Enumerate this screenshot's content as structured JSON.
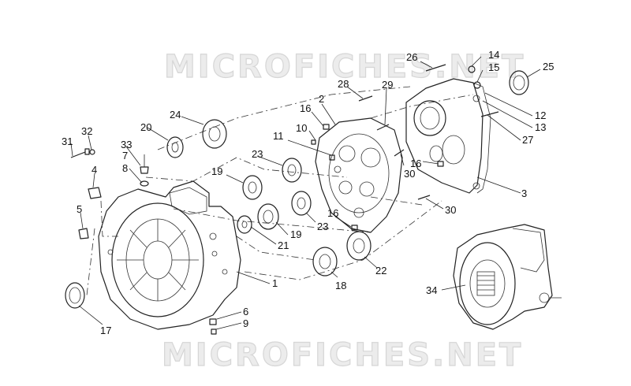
{
  "watermark": {
    "top": "MICROFICHES.NET",
    "bottom": "MICROFICHES.NET"
  },
  "callouts": [
    {
      "id": "c1",
      "label": "1"
    },
    {
      "id": "c2",
      "label": "2"
    },
    {
      "id": "c3",
      "label": "3"
    },
    {
      "id": "c4",
      "label": "4"
    },
    {
      "id": "c5",
      "label": "5"
    },
    {
      "id": "c6",
      "label": "6"
    },
    {
      "id": "c7",
      "label": "7"
    },
    {
      "id": "c8",
      "label": "8"
    },
    {
      "id": "c9",
      "label": "9"
    },
    {
      "id": "c10",
      "label": "10"
    },
    {
      "id": "c11",
      "label": "11"
    },
    {
      "id": "c12",
      "label": "12"
    },
    {
      "id": "c13",
      "label": "13"
    },
    {
      "id": "c14",
      "label": "14"
    },
    {
      "id": "c15",
      "label": "15"
    },
    {
      "id": "c16a",
      "label": "16"
    },
    {
      "id": "c16b",
      "label": "16"
    },
    {
      "id": "c16c",
      "label": "16"
    },
    {
      "id": "c17",
      "label": "17"
    },
    {
      "id": "c18",
      "label": "18"
    },
    {
      "id": "c19a",
      "label": "19"
    },
    {
      "id": "c19b",
      "label": "19"
    },
    {
      "id": "c20",
      "label": "20"
    },
    {
      "id": "c21",
      "label": "21"
    },
    {
      "id": "c22",
      "label": "22"
    },
    {
      "id": "c23a",
      "label": "23"
    },
    {
      "id": "c23b",
      "label": "23"
    },
    {
      "id": "c24",
      "label": "24"
    },
    {
      "id": "c25",
      "label": "25"
    },
    {
      "id": "c26",
      "label": "26"
    },
    {
      "id": "c27",
      "label": "27"
    },
    {
      "id": "c28",
      "label": "28"
    },
    {
      "id": "c29",
      "label": "29"
    },
    {
      "id": "c30a",
      "label": "30"
    },
    {
      "id": "c30b",
      "label": "30"
    },
    {
      "id": "c31",
      "label": "31"
    },
    {
      "id": "c32",
      "label": "32"
    },
    {
      "id": "c33",
      "label": "33"
    },
    {
      "id": "c34",
      "label": "34"
    }
  ]
}
